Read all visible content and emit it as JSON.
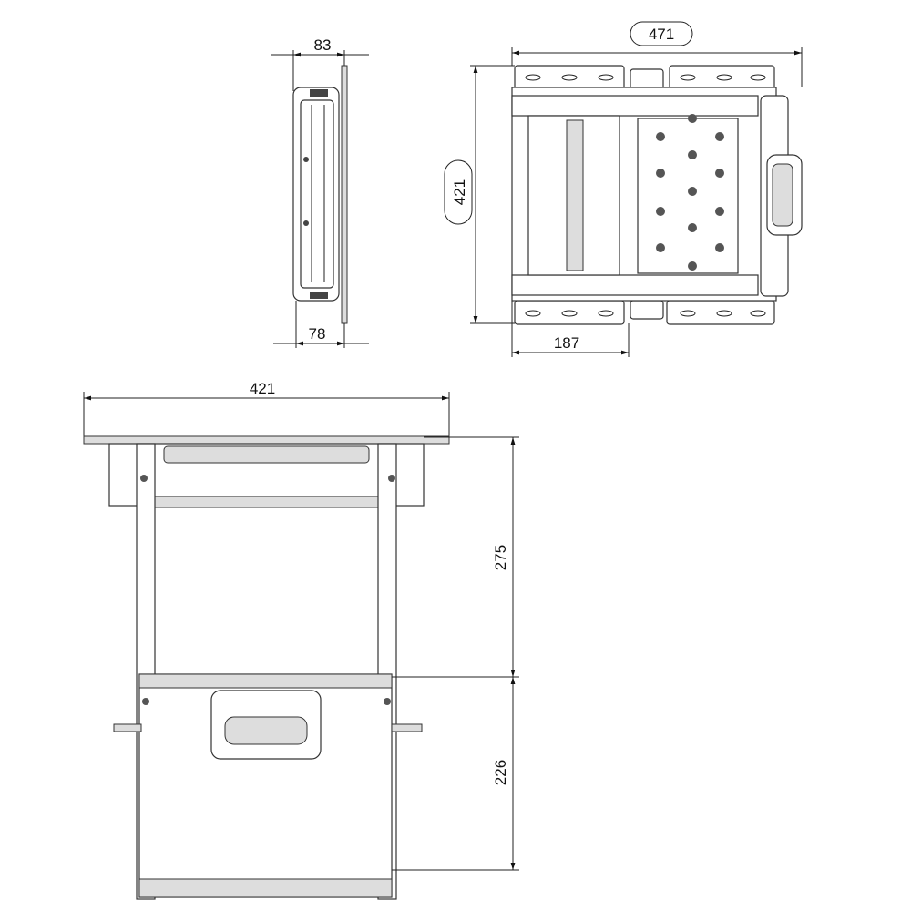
{
  "drawing": {
    "side_view": {
      "top_width": "83",
      "bottom_width": "78"
    },
    "top_view": {
      "width": "471",
      "height": "421",
      "offset": "187"
    },
    "front_view": {
      "width": "421",
      "upper_height": "275",
      "lower_height": "226"
    }
  }
}
